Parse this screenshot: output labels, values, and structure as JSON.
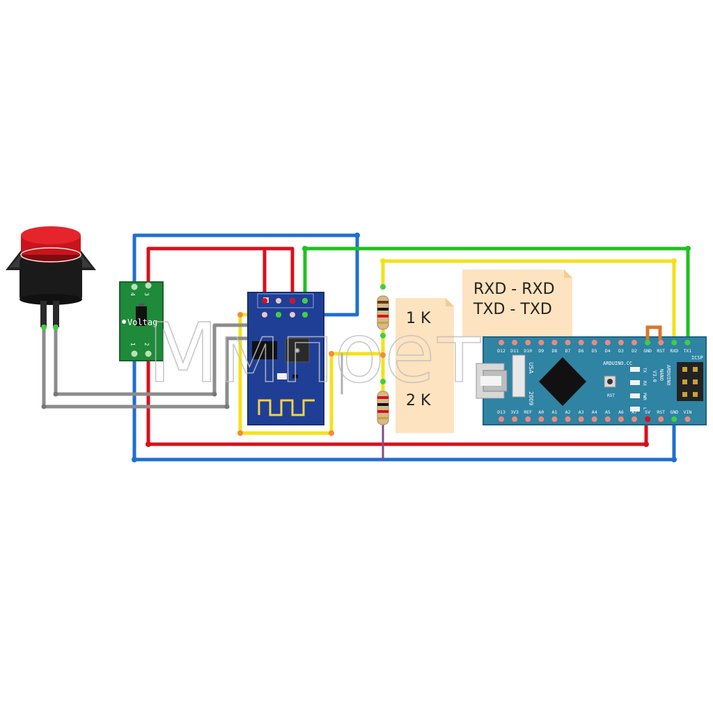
{
  "watermark": "Ммпоет",
  "voltage_regulator": {
    "label": "Voltag",
    "pins": [
      "4",
      "3",
      "1",
      "2"
    ]
  },
  "resistor_notes": {
    "top": "1 K",
    "bottom": "2 K"
  },
  "serial_note": {
    "line1": "RXD - RXD",
    "line2": "TXD - TXD"
  },
  "arduino": {
    "top_pins": [
      "D12",
      "D11",
      "D10",
      "D9",
      "D8",
      "D7",
      "D6",
      "D5",
      "D4",
      "D3",
      "D2",
      "GND",
      "RST",
      "RXD",
      "TX1"
    ],
    "bottom_pins": [
      "D13",
      "3V3",
      "REF",
      "A0",
      "A1",
      "A2",
      "A3",
      "A4",
      "A5",
      "A6",
      "A7",
      "5V",
      "RST",
      "GND",
      "VIN"
    ],
    "brand": "ARDUINO.CC",
    "model_lines": [
      "ARDUINO",
      "NANO",
      "V3.0"
    ],
    "leds": [
      "TX",
      "RX",
      "PWR",
      "L"
    ],
    "usa": "USA",
    "year": "2009",
    "rst_label": "RST",
    "icsp": "ICSP"
  },
  "colors": {
    "wire_blue": "#1f6fd1",
    "wire_red": "#d8101c",
    "wire_green": "#1fc11f",
    "wire_yellow": "#f2e21a",
    "wire_gray": "#8c8c8c",
    "board_teal": "#2f83a3",
    "esp_blue": "#1f3f96",
    "regulator_green": "#1e8a3a",
    "note_bg": "#fde3bf"
  }
}
